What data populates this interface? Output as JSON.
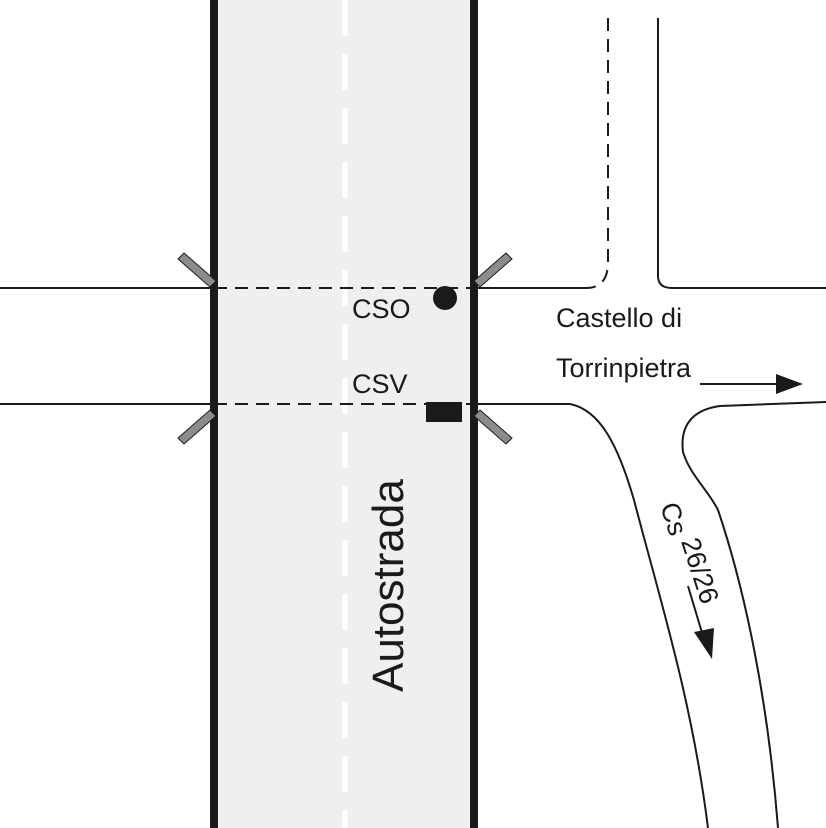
{
  "labels": {
    "cso": "CSO",
    "csv": "CSV",
    "place_line1": "Castello di",
    "place_line2": "Torrinpietra",
    "route_prefix": "Cs",
    "route_number": "26/26",
    "highway": "Autostrada"
  },
  "colors": {
    "road_fill": "#efefef",
    "line": "#1a1a1a",
    "lane_dash": "#ffffff",
    "barrier": "#8c8c8c"
  },
  "icons": {
    "cso_marker": "filled-circle",
    "csv_marker": "filled-rectangle",
    "direction_arrow": "arrow-right",
    "route_arrow": "arrow-down"
  }
}
